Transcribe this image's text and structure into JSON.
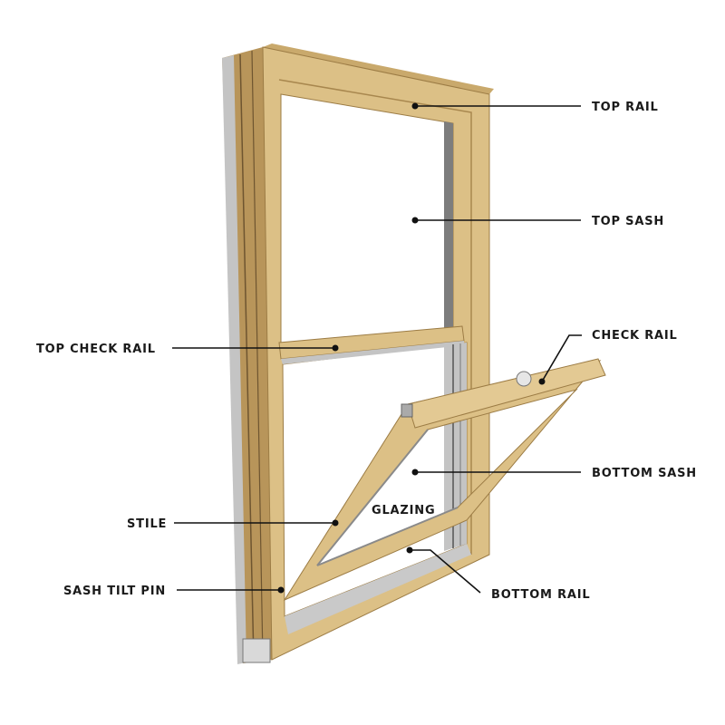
{
  "diagram": {
    "colors": {
      "wood": "#dcc086",
      "wood_dark": "#b8955a",
      "wood_shadow": "#9c7c45",
      "aluminum": "#c4c4c4",
      "leader": "#111111"
    },
    "labels": {
      "top_rail": "TOP RAIL",
      "top_sash": "TOP SASH",
      "check_rail": "CHECK RAIL",
      "top_check_rail": "TOP CHECK RAIL",
      "bottom_sash": "BOTTOM SASH",
      "glazing": "GLAZING",
      "stile": "STILE",
      "sash_tilt_pin": "SASH TILT PIN",
      "bottom_rail": "BOTTOM RAIL"
    }
  }
}
